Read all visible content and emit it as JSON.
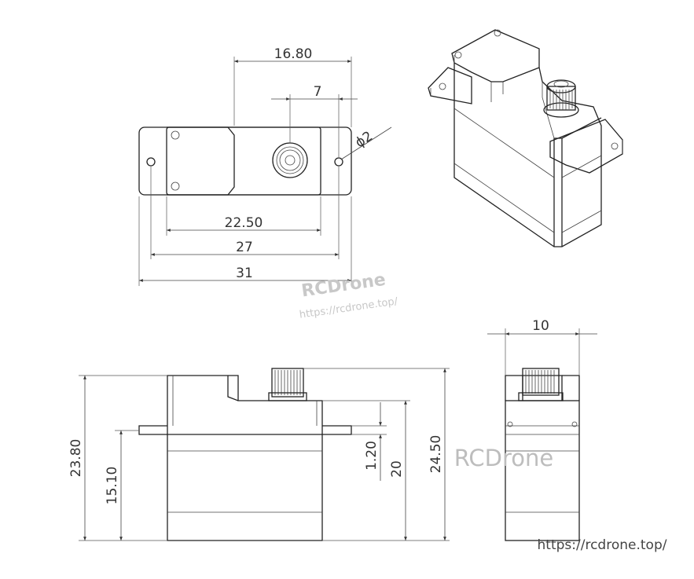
{
  "dimensions": {
    "top_view": {
      "d_16_80": "16.80",
      "d_7": "7",
      "d_phi2": "ϕ2",
      "d_22_50": "22.50",
      "d_27": "27",
      "d_31": "31"
    },
    "front_view": {
      "d_23_80": "23.80",
      "d_15_10": "15.10",
      "d_1_20": "1.20",
      "d_20": "20",
      "d_24_50": "24.50"
    },
    "side_view": {
      "d_10": "10"
    }
  },
  "watermarks": {
    "brand_small": "RCDrone",
    "url_small": "https://rcdrone.top/",
    "brand_large": "RCDrone",
    "url_bottom": "https://rcdrone.top/"
  }
}
